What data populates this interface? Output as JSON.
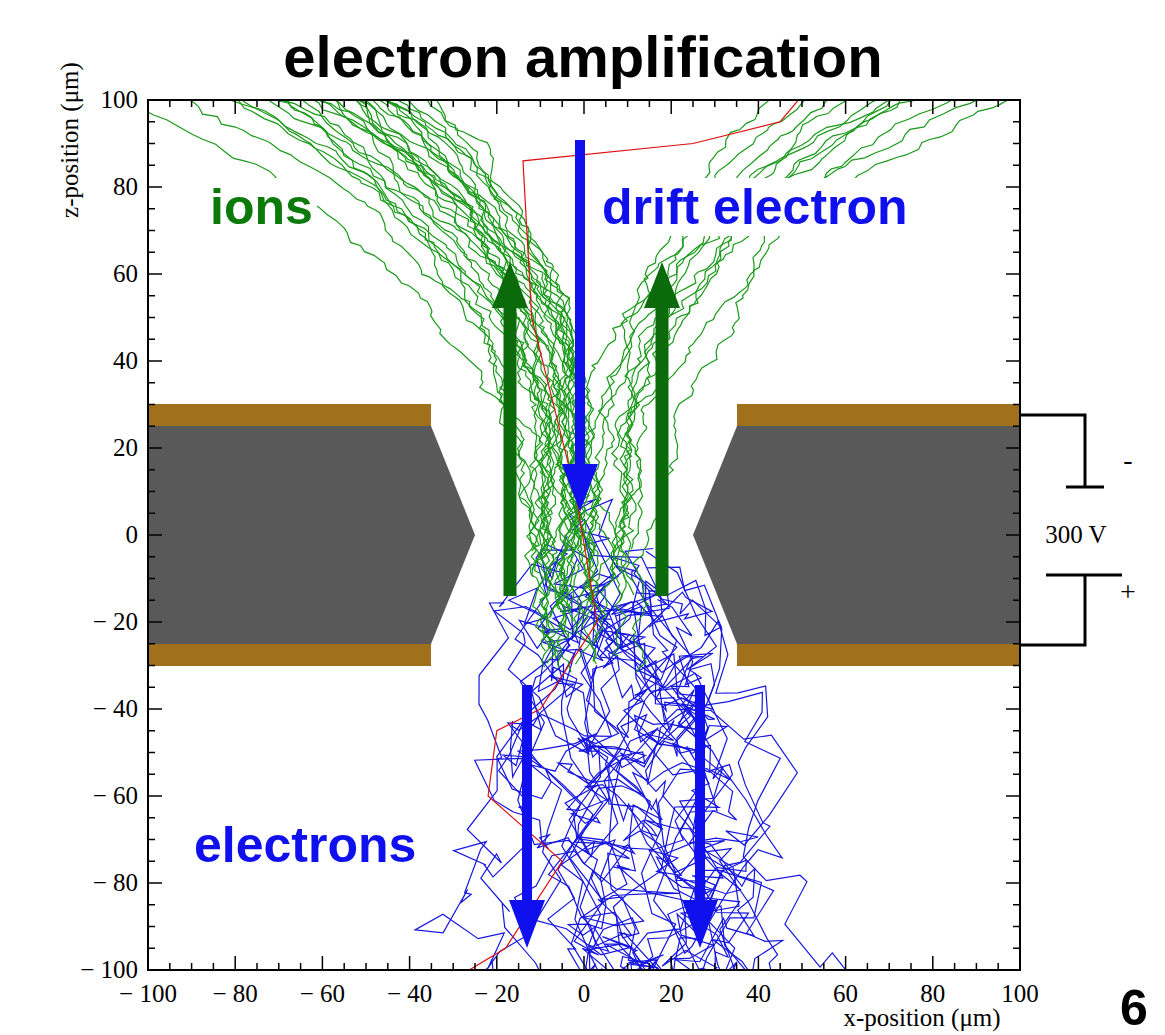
{
  "diagram": {
    "title": "electron amplification",
    "labels": [
      "ions",
      "drift electron",
      "electrons",
      "300 V",
      "-",
      "+",
      "z-position (μm)",
      "x-position (μm)",
      "100",
      "80",
      "60",
      "40",
      "20",
      "0",
      "− 20",
      "− 40",
      "− 60",
      "− 80",
      "− 100",
      "− 100",
      "− 80",
      "− 60",
      "− 40",
      "− 20",
      "0",
      "20",
      "40",
      "60",
      "80",
      "100",
      "6"
    ]
  }
}
